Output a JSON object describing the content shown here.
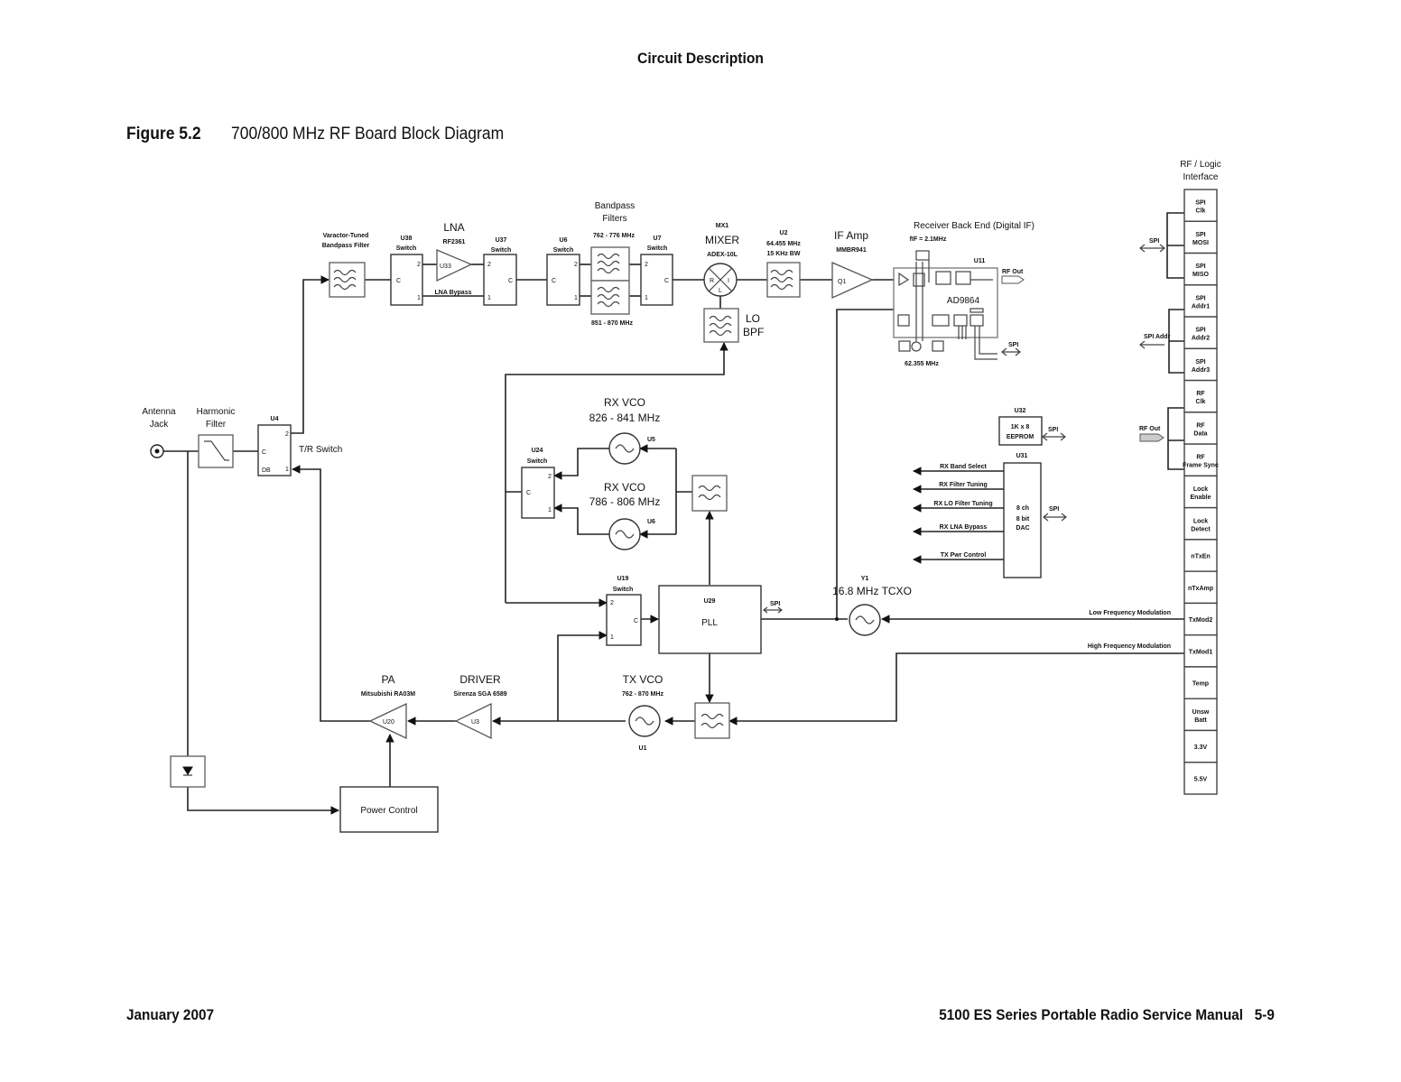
{
  "page": {
    "section_title": "Circuit Description",
    "figure_number": "Figure 5.2",
    "figure_title": "700/800 MHz RF Board Block Diagram",
    "footer_left": "January 2007",
    "footer_right": "5100 ES Series Portable Radio Service Manual   5-9"
  },
  "blocks": {
    "antenna": {
      "label1": "Antenna",
      "label2": "Jack"
    },
    "harmonic_filter": {
      "label1": "Harmonic",
      "label2": "Filter"
    },
    "u4": {
      "ref": "U4",
      "name": "T/R Switch",
      "pin2": "2",
      "pin1": "1",
      "pinc": "C",
      "pinm": "DB"
    },
    "varactor_filter": {
      "label1": "Varactor-Tuned",
      "label2": "Bandpass Filter"
    },
    "u38": {
      "ref": "U38",
      "sub": "Switch",
      "pin2": "2",
      "pin1": "1",
      "pinc": "C"
    },
    "lna": {
      "title": "LNA",
      "part": "RF2361",
      "ref": "U33",
      "bypass": "LNA Bypass"
    },
    "u37": {
      "ref": "U37",
      "sub": "Switch",
      "pin2": "2",
      "pin1": "1",
      "pinc": "C"
    },
    "u6": {
      "ref": "U6",
      "sub": "Switch",
      "pin2": "2",
      "pin1": "1",
      "pinc": "C"
    },
    "bandpass": {
      "title1": "Bandpass",
      "title2": "Filters",
      "upper": "762 - 776 MHz",
      "lower": "851 - 870 MHz"
    },
    "u7": {
      "ref": "U7",
      "sub": "Switch",
      "pin2": "2",
      "pin1": "1",
      "pinc": "C"
    },
    "mixer": {
      "ref": "MX1",
      "title": "MIXER",
      "part": "ADEX-10L",
      "r": "R",
      "i": "I",
      "l": "L"
    },
    "lo_bpf": {
      "label1": "LO",
      "label2": "BPF"
    },
    "u2": {
      "ref": "U2",
      "freq": "64.455 MHz",
      "bw": "15 KHz BW"
    },
    "if_amp": {
      "title": "IF Amp",
      "part": "MMBR941",
      "ref": "Q1"
    },
    "receiver": {
      "title": "Receiver Back End  (Digital IF)",
      "fif": "fIF = 2.1MHz",
      "ref": "U11",
      "chip": "AD9864",
      "clock": "62.355 MHz",
      "rf_out": "RF Out",
      "spi": "SPI"
    },
    "rx_vco_hi": {
      "title": "RX VCO",
      "range": "826 - 841 MHz",
      "ref": "U5"
    },
    "rx_vco_lo": {
      "title": "RX VCO",
      "range": "786 - 806 MHz",
      "ref": "U6"
    },
    "u24": {
      "ref": "U24",
      "sub": "Switch",
      "pin2": "2",
      "pin1": "1",
      "pinc": "C"
    },
    "u19": {
      "ref": "U19",
      "sub": "Switch",
      "pin2": "2",
      "pin1": "1",
      "pinc": "C"
    },
    "pll": {
      "ref": "U29",
      "title": "PLL",
      "spi": "SPI"
    },
    "tcxo": {
      "ref": "Y1",
      "title": "16.8 MHz TCXO"
    },
    "u32": {
      "ref": "U32",
      "line1": "1K x 8",
      "line2": "EEPROM",
      "spi": "SPI"
    },
    "u31": {
      "ref": "U31",
      "line1": "8 ch",
      "line2": "8 bit",
      "line3": "DAC",
      "spi": "SPI",
      "outputs": [
        "RX Band Select",
        "RX Filter Tuning",
        "RX LO Filter Tuning",
        "RX LNA Bypass",
        "TX Pwr Control"
      ]
    },
    "pa": {
      "title": "PA",
      "part": "Mitsubishi RA03M",
      "ref": "U20"
    },
    "driver": {
      "title": "DRIVER",
      "part": "Sirenza SGA 6589",
      "ref": "U3"
    },
    "tx_vco": {
      "title": "TX VCO",
      "range": "762 - 870 MHz",
      "ref": "U1"
    },
    "power_control": {
      "label": "Power Control"
    },
    "modulation": {
      "low": "Low Frequency Modulation",
      "high": "High Frequency Modulation"
    }
  },
  "interface": {
    "title1": "RF / Logic",
    "title2": "Interface",
    "bus_spi": "SPI",
    "bus_spi_addr": "SPI Addr",
    "bus_rf_out": "RF Out",
    "pins": [
      {
        "l1": "SPI",
        "l2": "Clk"
      },
      {
        "l1": "SPI",
        "l2": "MOSI"
      },
      {
        "l1": "SPI",
        "l2": "MISO"
      },
      {
        "l1": "SPI",
        "l2": "Addr1"
      },
      {
        "l1": "SPI",
        "l2": "Addr2"
      },
      {
        "l1": "SPI",
        "l2": "Addr3"
      },
      {
        "l1": "RF",
        "l2": "Clk"
      },
      {
        "l1": "RF",
        "l2": "Data"
      },
      {
        "l1": "RF",
        "l2": "Frame Sync"
      },
      {
        "l1": "Lock",
        "l2": "Enable"
      },
      {
        "l1": "Lock",
        "l2": "Detect"
      },
      {
        "l1": "nTxEn",
        "l2": ""
      },
      {
        "l1": "nTxAmp",
        "l2": ""
      },
      {
        "l1": "TxMod2",
        "l2": ""
      },
      {
        "l1": "TxMod1",
        "l2": ""
      },
      {
        "l1": "Temp",
        "l2": ""
      },
      {
        "l1": "Unsw",
        "l2": "Batt"
      },
      {
        "l1": "3.3V",
        "l2": ""
      },
      {
        "l1": "5.5V",
        "l2": ""
      }
    ]
  }
}
